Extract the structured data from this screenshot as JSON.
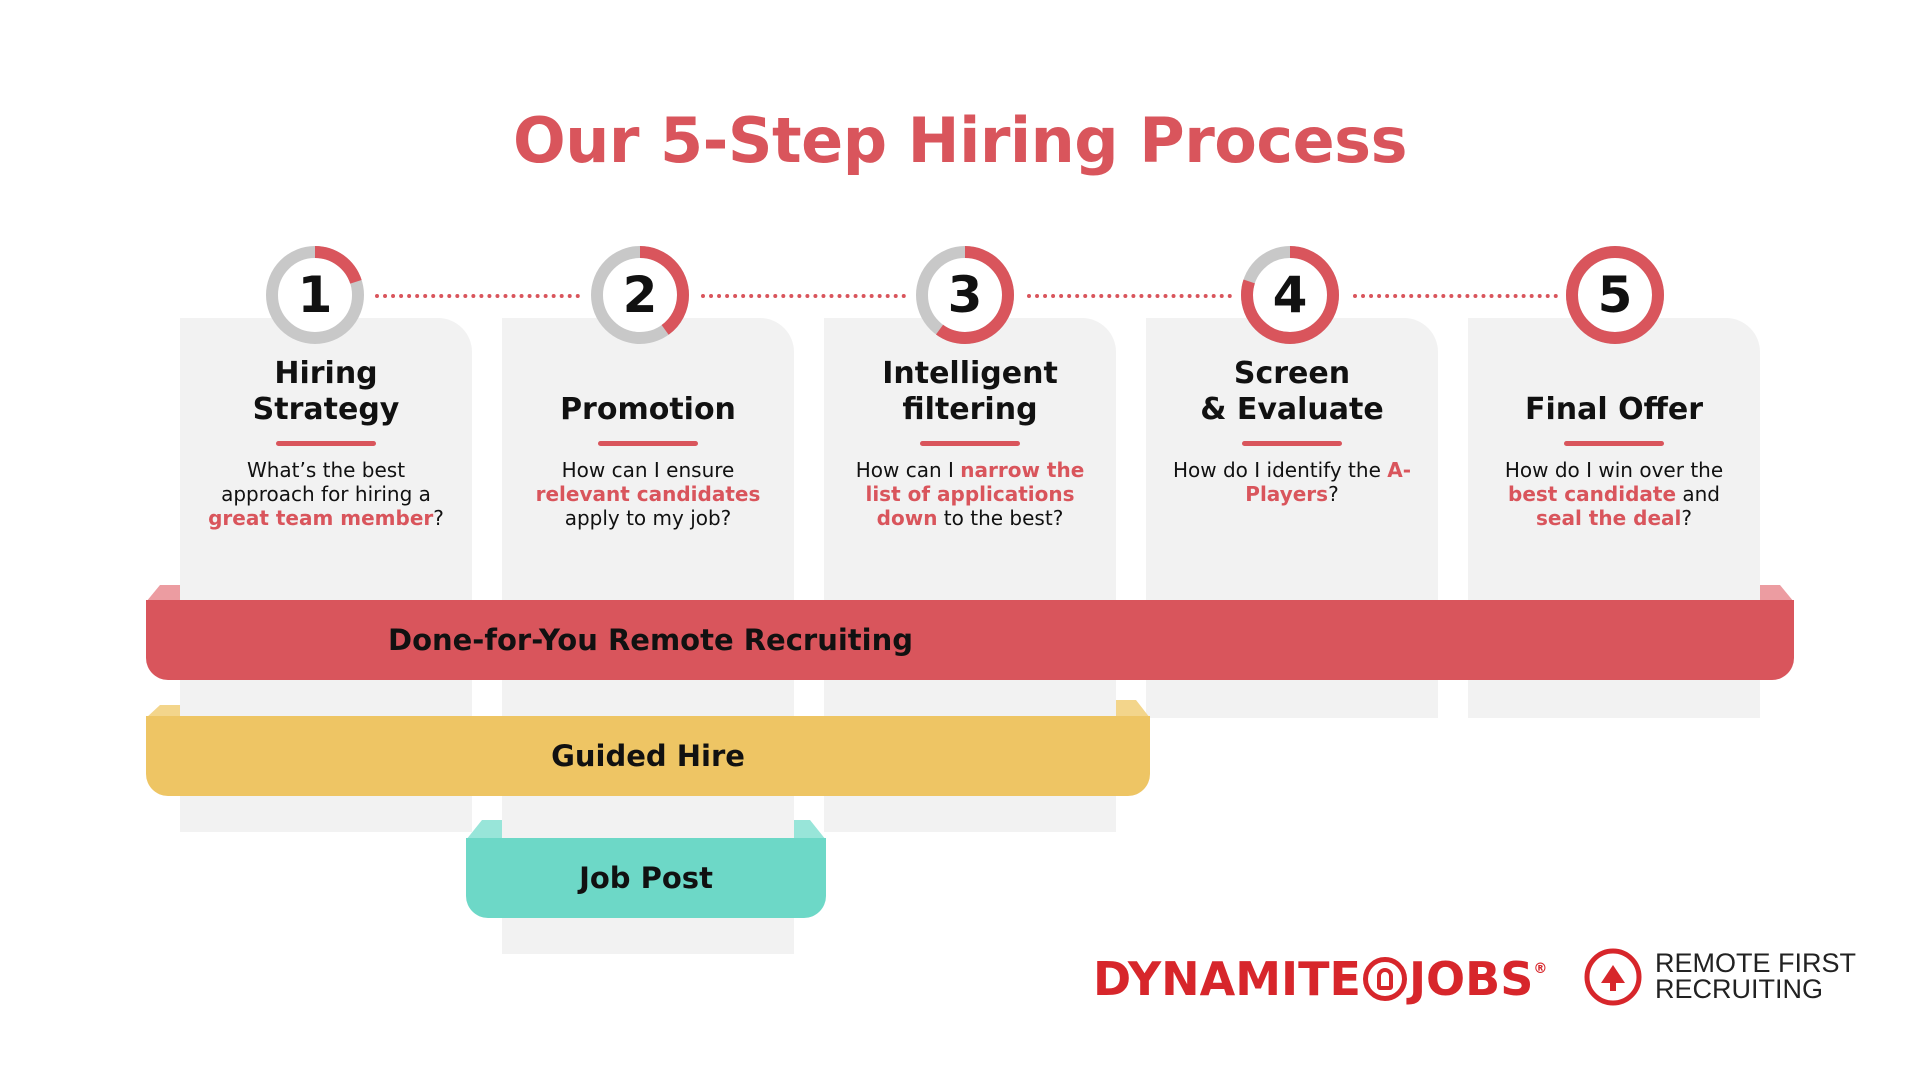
{
  "title": "Our 5-Step Hiring Process",
  "colors": {
    "accent": "#d9555c",
    "ring_grey": "#c8c8c8",
    "card": "#f2f2f2",
    "red_band": "#d9555c",
    "yellow_band": "#eec564",
    "teal_band": "#6dd8c7"
  },
  "steps": [
    {
      "number": "1",
      "title_line1": "Hiring",
      "title_line2": "Strategy",
      "progress": 0.2,
      "desc": [
        "What’s the best ",
        "approach for hiring ",
        "a ",
        "great team member",
        "?"
      ]
    },
    {
      "number": "2",
      "title_line1": "",
      "title_line2": "Promotion",
      "progress": 0.4,
      "desc": [
        "How can I ensure ",
        "",
        "",
        "relevant candidates",
        " apply to my job?"
      ]
    },
    {
      "number": "3",
      "title_line1": "Intelligent",
      "title_line2": "filtering",
      "progress": 0.6,
      "desc": [
        "How can I ",
        "",
        "",
        "narrow the list of applications down",
        " to the best?"
      ]
    },
    {
      "number": "4",
      "title_line1": "Screen",
      "title_line2": "& Evaluate",
      "progress": 0.8,
      "desc": [
        "How do I identify ",
        "the ",
        "",
        "A-Players",
        "?"
      ]
    },
    {
      "number": "5",
      "title_line1": "",
      "title_line2": "Final Offer",
      "progress": 1.0,
      "desc": [
        "How do I win over ",
        "the ",
        "",
        "best candidate",
        ""
      ]
    }
  ],
  "step5_extra": {
    "middle": " and ",
    "highlight": "seal the deal",
    "end": "?"
  },
  "bands": {
    "red": "Done-for-You Remote Recruiting",
    "yellow": "Guided Hire",
    "teal": "Job Post"
  },
  "logos": {
    "dynamite_left": "DYNAMITE",
    "dynamite_right": "JOBS",
    "registered": "®",
    "rfr_line1": "REMOTE FIRST",
    "rfr_line2": "RECRUITING"
  }
}
